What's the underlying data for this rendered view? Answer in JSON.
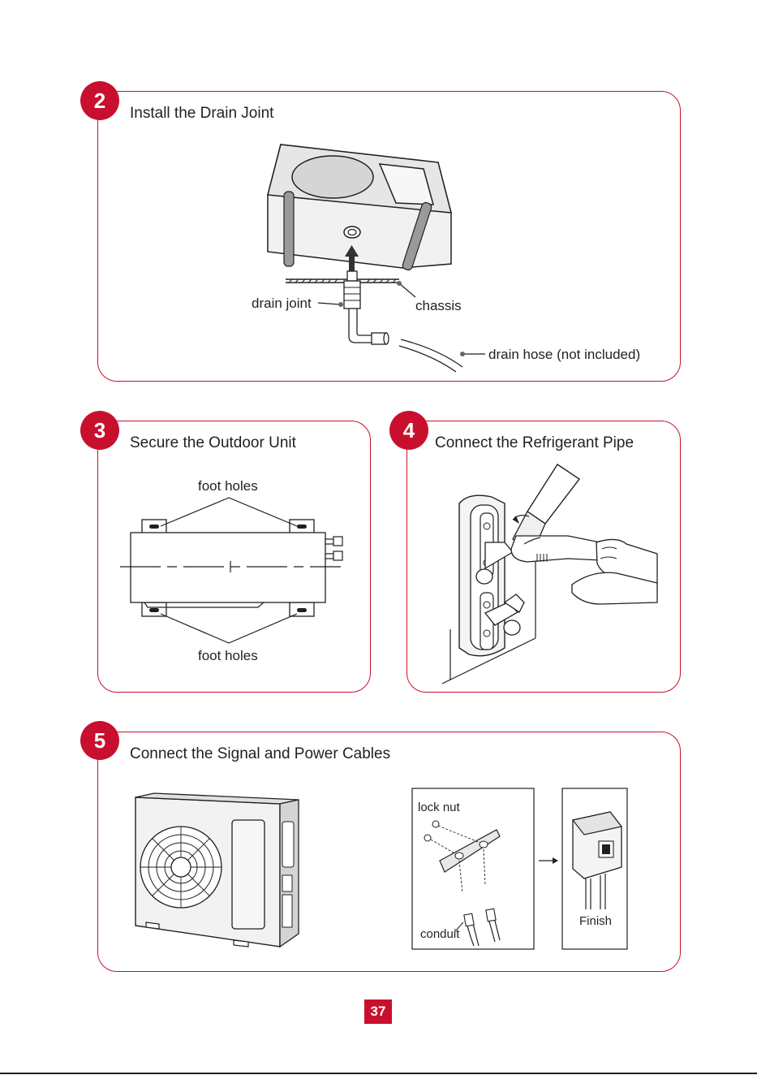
{
  "steps": [
    {
      "number": "2",
      "title": "Install the Drain Joint",
      "labels": {
        "drain_joint": "drain joint",
        "chassis": "chassis",
        "drain_hose": "drain hose (not included)"
      }
    },
    {
      "number": "3",
      "title": "Secure the Outdoor Unit",
      "labels": {
        "foot_holes_top": "foot holes",
        "foot_holes_bottom": "foot holes"
      }
    },
    {
      "number": "4",
      "title": "Connect the Refrigerant Pipe"
    },
    {
      "number": "5",
      "title": "Connect the Signal and Power Cables",
      "labels": {
        "lock_nut": "lock nut",
        "conduit": "conduit",
        "finish": "Finish"
      }
    }
  ],
  "page_number": "37",
  "colors": {
    "accent": "#c8102e",
    "line": "#231f20"
  }
}
